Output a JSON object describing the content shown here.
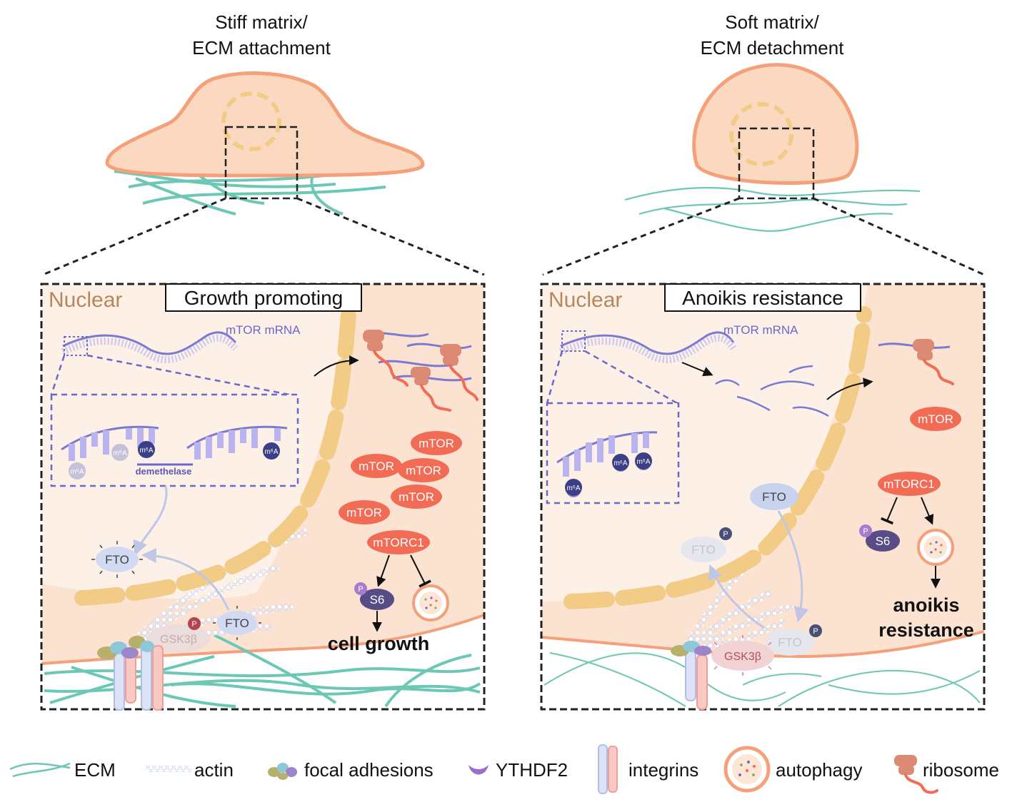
{
  "panels": {
    "stiff": {
      "title_line1": "Stiff matrix/",
      "title_line2": "ECM attachment",
      "nuclear_label": "Nuclear",
      "box_label": "Growth promoting",
      "mrna_label": "mTOR mRNA",
      "m6a": "m⁶A",
      "demethylase": "demethelase",
      "fto": "FTO",
      "gsk": "GSK3β",
      "p": "P",
      "mtor": "mTOR",
      "mtorc1": "mTORC1",
      "s6": "S6",
      "outcome": "cell growth"
    },
    "soft": {
      "title_line1": "Soft matrix/",
      "title_line2": "ECM detachment",
      "nuclear_label": "Nuclear",
      "box_label": "Anoikis resistance",
      "mrna_label": "mTOR mRNA",
      "m6a": "m⁶A",
      "fto": "FTO",
      "gsk": "GSK3β",
      "p": "P",
      "mtor": "mTOR",
      "mtorc1": "mTORC1",
      "s6": "S6",
      "outcome_line1": "anoikis",
      "outcome_line2": "resistance"
    }
  },
  "legend": {
    "ecm": "ECM",
    "actin": "actin",
    "focal_adhesions": "focal adhesions",
    "ythdf2": "YTHDF2",
    "integrins": "integrins",
    "autophagy": "autophagy",
    "ribosome": "ribosome"
  },
  "colors": {
    "cell_fill": "#fbd9c0",
    "cell_stroke": "#f4a07a",
    "nucleus_dash": "#f2cc87",
    "ecm": "#6cc7b5",
    "mtor": "#f26b55",
    "mrna": "#7b79d1",
    "fto": "#c9d2ee",
    "s6": "#574c86",
    "phospho": "#a77bcf",
    "nuclear_text": "#b7865a"
  }
}
